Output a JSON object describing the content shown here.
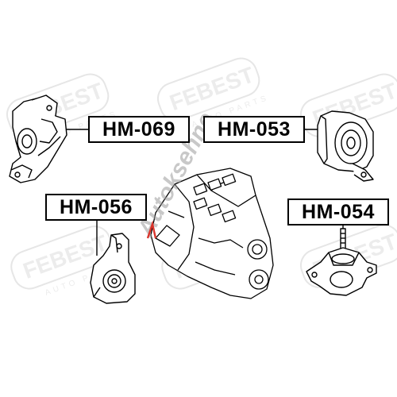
{
  "parts": [
    {
      "label": "HM-069"
    },
    {
      "label": "HM-053"
    },
    {
      "label": "HM-056"
    },
    {
      "label": "HM-054"
    }
  ],
  "watermark": {
    "brand": "FEBEST",
    "sub": "AUTO PARTS",
    "overlay": "Autoksehne"
  },
  "colors": {
    "line": "#000000",
    "watermark": "#e3e3e3",
    "overlay": "#9a9a9a",
    "overlay_accent": "#d9342b"
  }
}
